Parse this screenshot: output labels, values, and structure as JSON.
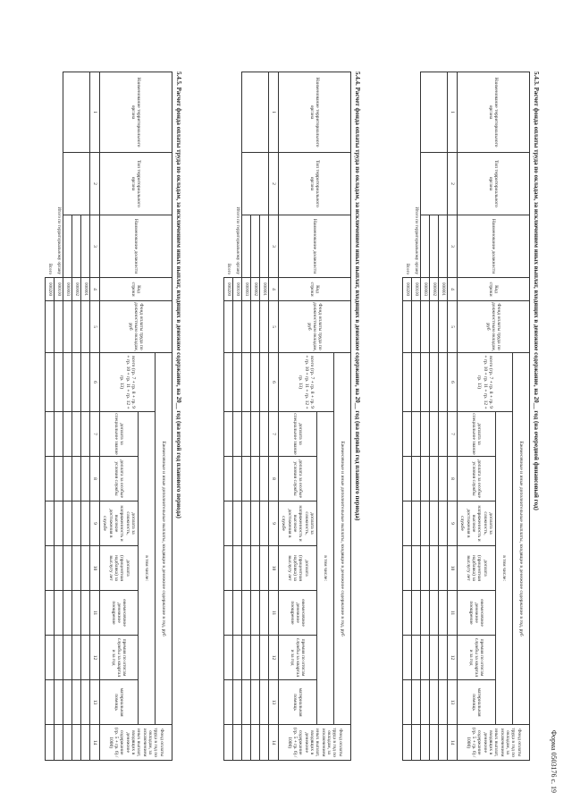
{
  "form_label": "Форма 0503176 с. 19",
  "sections": [
    {
      "title": "5.4.3. Расчет фонда оплаты труда по окладам, за исключением иных выплат, входящих в денежное содержание, на 20__ год (на очередной финансовый год)",
      "row_codes": [
        "000001",
        "000002",
        "000003"
      ],
      "total_codes": [
        "000100",
        "000200"
      ]
    },
    {
      "title": "5.4.4. Расчет фонда оплаты труда по окладам, за исключением иных выплат, входящих в денежное содержание, на 20__ год (на первый год планового периода)",
      "row_codes": [
        "000001",
        "000002",
        "000003"
      ],
      "total_codes": [
        "000100",
        "000200"
      ]
    },
    {
      "title": "5.4.5. Расчет фонда оплаты труда по окладам, за исключением иных выплат, входящих в денежное содержание, на 20__ год (на второй год планового периода)",
      "row_codes": [
        "000001",
        "000002",
        "000003"
      ],
      "total_codes": [
        "000100",
        "000200"
      ]
    }
  ],
  "headers": {
    "territorial_body": "Наименование территориального органа",
    "body_type": "Тип территориального органа",
    "position": "Наименование должности",
    "row_code": "Код строки",
    "salary_fund": "Фонд оплаты труда по должностным окладам, руб",
    "annual_payments": "Ежемесячные и иные дополнительные выплаты, входящие в денежное содержание в год, руб",
    "total": "всего (гр. 7 + гр. 8 + гр. 9 + гр. 10 + гр. 11 + гр. 12 + гр. 13)",
    "in_that_number": "в том числе:",
    "special_rank": "доплата за специальное звание",
    "special_conditions": "доплата за особые условия службы",
    "complexity": "доплата за сложность, напряженность и высокие достижения в службе",
    "seniority": "доплата (процентная надбавка) за выслугу лет",
    "monthly_bonus": "ежемесячное денежное поощрение",
    "results_bonus": "премия по итогам службы за квартал и за год",
    "material_aid": "материальная помощь",
    "total_fund": "Фонд оплаты труда в год по окладам, за исключением иных выплат, входящих в денежное содержание (гр. 5 + гр. 6) / 1000)",
    "total_in_territorial": "Итого по территориальному органу",
    "grand_total": "Всего"
  },
  "column_numbers": [
    "1",
    "2",
    "3",
    "4",
    "5",
    "6",
    "7",
    "8",
    "9",
    "10",
    "11",
    "12",
    "13",
    "14"
  ]
}
